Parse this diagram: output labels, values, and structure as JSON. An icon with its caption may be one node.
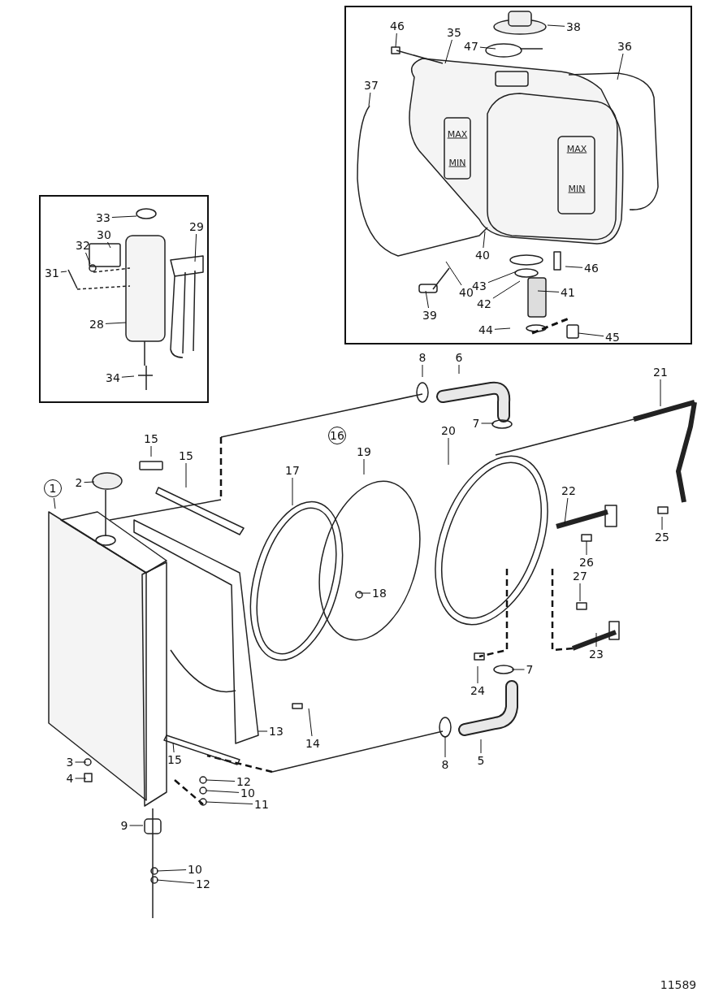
{
  "diagram": {
    "nodes": [
      {
        "text": [],
        "shape": "box"
      },
      {
        "text": [
          "46"
        ],
        "in": 0
      },
      {
        "text": [
          "35"
        ],
        "in": 0
      },
      {
        "text": [
          "38"
        ],
        "in": 0
      },
      {
        "text": [
          "47"
        ],
        "in": 0
      },
      {
        "text": [
          "36"
        ],
        "in": 0
      },
      {
        "text": [
          "37"
        ],
        "in": 0
      },
      {
        "text": [
          "40"
        ],
        "in": 0
      },
      {
        "text": [
          "40"
        ],
        "in": 0
      },
      {
        "text": [
          "46"
        ],
        "in": 0
      },
      {
        "text": [
          "43"
        ],
        "in": 0
      },
      {
        "text": [
          "42"
        ],
        "in": 0
      },
      {
        "text": [
          "41"
        ],
        "in": 0
      },
      {
        "text": [
          "39"
        ],
        "in": 0
      },
      {
        "text": [
          "44"
        ],
        "in": 0
      },
      {
        "text": [
          "45"
        ],
        "in": 0
      },
      {
        "text": [],
        "shape": "box"
      },
      {
        "text": [
          "33"
        ],
        "in": 16
      },
      {
        "text": [
          "30"
        ],
        "in": 16
      },
      {
        "text": [
          "29"
        ],
        "in": 16
      },
      {
        "text": [
          "32"
        ],
        "in": 16
      },
      {
        "text": [
          "31"
        ],
        "in": 16
      },
      {
        "text": [
          "28"
        ],
        "in": 16
      },
      {
        "text": [
          "34"
        ],
        "in": 16
      },
      {
        "text": [
          "8"
        ]
      },
      {
        "text": [
          "6"
        ]
      },
      {
        "text": [
          "21"
        ]
      },
      {
        "text": [
          "7"
        ]
      },
      {
        "text": [
          "16"
        ]
      },
      {
        "text": [
          "20"
        ]
      },
      {
        "text": [
          "15"
        ]
      },
      {
        "text": [
          "15"
        ]
      },
      {
        "text": [
          "19"
        ]
      },
      {
        "text": [
          "17"
        ]
      },
      {
        "text": [
          "2"
        ]
      },
      {
        "text": [
          "1"
        ]
      },
      {
        "text": [
          "22"
        ]
      },
      {
        "text": [
          "25"
        ]
      },
      {
        "text": [
          "26"
        ]
      },
      {
        "text": [
          "18"
        ]
      },
      {
        "text": [
          "27"
        ]
      },
      {
        "text": [
          "23"
        ]
      },
      {
        "text": [
          "7"
        ]
      },
      {
        "text": [
          "24"
        ]
      },
      {
        "text": [
          "13"
        ]
      },
      {
        "text": [
          "14"
        ]
      },
      {
        "text": [
          "5"
        ]
      },
      {
        "text": [
          "8"
        ]
      },
      {
        "text": [
          "15"
        ]
      },
      {
        "text": [
          "3"
        ]
      },
      {
        "text": [
          "4"
        ]
      },
      {
        "text": [
          "12"
        ]
      },
      {
        "text": [
          "10"
        ]
      },
      {
        "text": [
          "11"
        ]
      },
      {
        "text": [
          "9"
        ]
      },
      {
        "text": [
          "10"
        ]
      },
      {
        "text": [
          "12"
        ]
      }
    ],
    "edges": [
      {
        "from": 1,
        "to": null,
        "arrow": "none"
      },
      {
        "from": 2,
        "to": null,
        "arrow": "none"
      },
      {
        "from": 3,
        "to": null,
        "arrow": "none"
      },
      {
        "from": 4,
        "to": null,
        "arrow": "none"
      },
      {
        "from": 5,
        "to": null,
        "arrow": "none"
      },
      {
        "from": 6,
        "to": null,
        "arrow": "none"
      },
      {
        "from": 7,
        "to": null,
        "arrow": "none"
      },
      {
        "from": 8,
        "to": null,
        "arrow": "none"
      },
      {
        "from": 9,
        "to": null,
        "arrow": "none"
      },
      {
        "from": 10,
        "to": null,
        "arrow": "none"
      },
      {
        "from": 11,
        "to": null,
        "arrow": "none"
      },
      {
        "from": 12,
        "to": null,
        "arrow": "none"
      },
      {
        "from": 13,
        "to": null,
        "arrow": "none"
      },
      {
        "from": 14,
        "to": null,
        "arrow": "none"
      },
      {
        "from": 15,
        "to": null,
        "arrow": "none"
      },
      {
        "from": 17,
        "to": null,
        "arrow": "none"
      },
      {
        "from": 18,
        "to": null,
        "arrow": "none"
      },
      {
        "from": 19,
        "to": null,
        "arrow": "none"
      },
      {
        "from": 20,
        "to": null,
        "arrow": "none"
      },
      {
        "from": 21,
        "to": null,
        "arrow": "none"
      },
      {
        "from": 22,
        "to": null,
        "arrow": "none"
      },
      {
        "from": 23,
        "to": null,
        "arrow": "none"
      },
      {
        "from": 24,
        "to": null,
        "arrow": "none"
      },
      {
        "from": 25,
        "to": null,
        "arrow": "none"
      },
      {
        "from": 26,
        "to": null,
        "arrow": "none"
      },
      {
        "from": 27,
        "to": null,
        "arrow": "none"
      },
      {
        "from": 29,
        "to": null,
        "arrow": "none"
      },
      {
        "from": 30,
        "to": null,
        "arrow": "none"
      },
      {
        "from": 31,
        "to": null,
        "arrow": "none"
      },
      {
        "from": 32,
        "to": null,
        "arrow": "none"
      },
      {
        "from": 33,
        "to": null,
        "arrow": "none"
      },
      {
        "from": 34,
        "to": null,
        "arrow": "none"
      },
      {
        "from": 35,
        "to": null,
        "arrow": "none"
      },
      {
        "from": 36,
        "to": null,
        "arrow": "none"
      },
      {
        "from": 37,
        "to": null,
        "arrow": "none"
      },
      {
        "from": 38,
        "to": null,
        "arrow": "none"
      },
      {
        "from": 39,
        "to": null,
        "arrow": "none"
      },
      {
        "from": 40,
        "to": null,
        "arrow": "none"
      },
      {
        "from": 41,
        "to": null,
        "arrow": "none"
      },
      {
        "from": 42,
        "to": null,
        "arrow": "none"
      },
      {
        "from": 43,
        "to": null,
        "arrow": "none"
      },
      {
        "from": 44,
        "to": null,
        "arrow": "none"
      },
      {
        "from": 45,
        "to": null,
        "arrow": "none"
      },
      {
        "from": 46,
        "to": null,
        "arrow": "none"
      },
      {
        "from": 47,
        "to": null,
        "arrow": "none"
      },
      {
        "from": 48,
        "to": null,
        "arrow": "none"
      },
      {
        "from": 49,
        "to": null,
        "arrow": "none"
      },
      {
        "from": 50,
        "to": null,
        "arrow": "none"
      },
      {
        "from": 51,
        "to": null,
        "arrow": "none"
      },
      {
        "from": 52,
        "to": null,
        "arrow": "none"
      },
      {
        "from": 53,
        "to": null,
        "arrow": "none"
      },
      {
        "from": 54,
        "to": null,
        "arrow": "none"
      },
      {
        "from": 55,
        "to": null,
        "arrow": "none"
      },
      {
        "from": 56,
        "to": null,
        "arrow": "none"
      }
    ],
    "labels": [
      "MAX",
      "MIN",
      "MAX",
      "MIN",
      "11589"
    ]
  }
}
